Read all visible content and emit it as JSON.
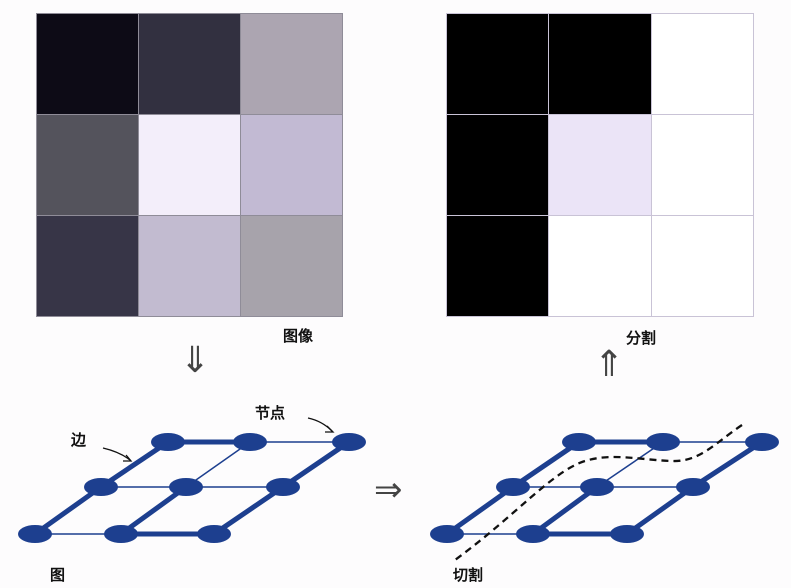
{
  "image_panel": {
    "label": "图像",
    "cells": [
      "#0d0b16",
      "#323040",
      "#aca5b1",
      "#54535c",
      "#f3eefa",
      "#c2bad3",
      "#373547",
      "#c2bbd0",
      "#a7a3ab"
    ]
  },
  "segmentation_panel": {
    "label": "分割",
    "cells": [
      "#000000",
      "#000000",
      "#ffffff",
      "#000000",
      "#ebe4f7",
      "#ffffff",
      "#000000",
      "#ffffff",
      "#ffffff"
    ]
  },
  "graph_panel": {
    "label": "图",
    "edge_label": "边",
    "node_label": "节点"
  },
  "cut_panel": {
    "label": "切割"
  },
  "arrows": {
    "down": "⇓",
    "right": "⇒",
    "up": "⇑"
  },
  "colors": {
    "node": "#1d3f8f",
    "edge": "#1d3f8f"
  }
}
